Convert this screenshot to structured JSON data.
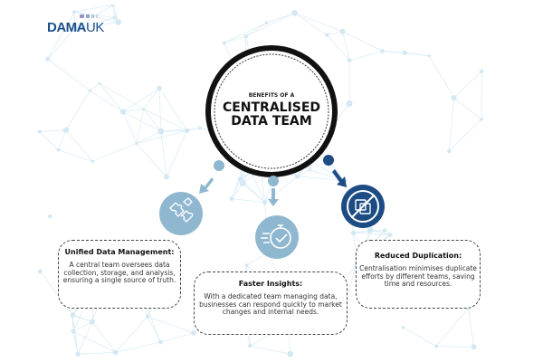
{
  "logo": {
    "text_main": "DAMA",
    "text_suffix": "UK"
  },
  "title": {
    "small": "BENEFITS OF A",
    "line1": "CENTRALISED",
    "line2": "DATA TEAM"
  },
  "benefits": [
    {
      "icon": "puzzle-icon",
      "heading": "Unified Data Management:",
      "text": "A central team oversees data collection, storage, and analysis, ensuring a single source of truth."
    },
    {
      "icon": "stopwatch-check-icon",
      "heading": "Faster Insights:",
      "text": "With a dedicated team managing data, businesses can respond quickly to market changes and internal needs."
    },
    {
      "icon": "no-duplicate-icon",
      "heading": "Reduced Duplication:",
      "text": "Centralisation minimises duplicate efforts by different teams, saving time and resources."
    }
  ],
  "colors": {
    "light_blue": "#8fb8d0",
    "dark_blue": "#1d4c85",
    "network": "#d6ebf5"
  }
}
